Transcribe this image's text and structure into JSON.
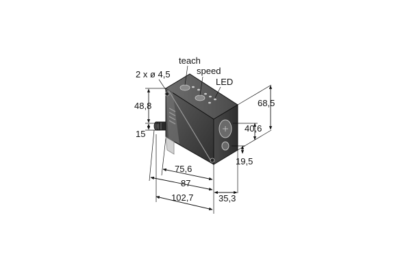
{
  "diagram": {
    "labels": {
      "teach": "teach",
      "speed": "speed",
      "led": "LED",
      "holes": "2 x ø 4,5"
    },
    "dimensions": {
      "height_total": "68,5",
      "height_upper": "48,8",
      "height_mid": "40,6",
      "height_bottom": "19,5",
      "connector": "15",
      "width_inner": "75,6",
      "width_body": "87",
      "width_total": "102,7",
      "depth": "35,3"
    },
    "colors": {
      "body_dark": "#3a3a3a",
      "body_mid": "#5a5a5a",
      "body_light": "#8a8a8a",
      "connector": "#c8c8c8",
      "line": "#111111"
    }
  }
}
